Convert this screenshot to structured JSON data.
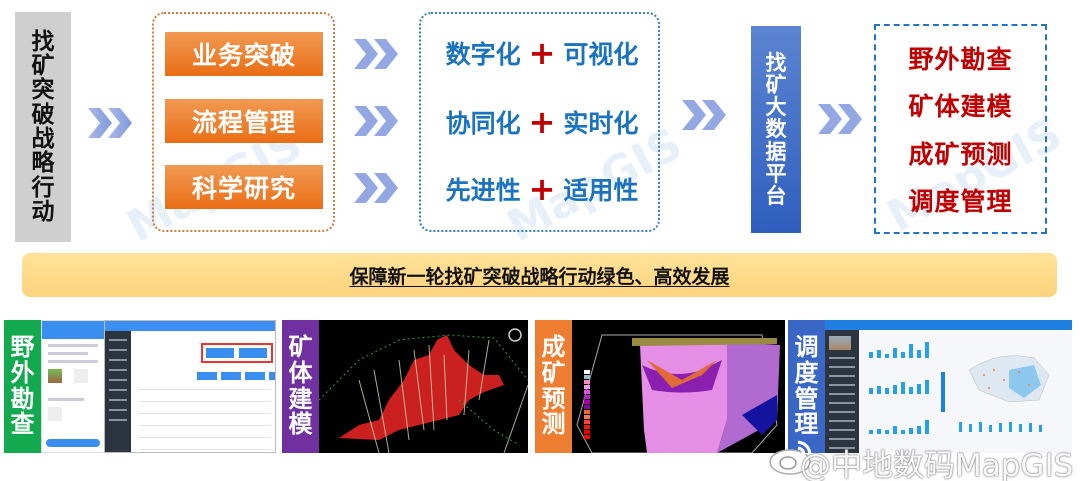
{
  "left_label": {
    "chars": [
      "找",
      "矿",
      "突",
      "破",
      "战",
      "略",
      "行",
      "动"
    ],
    "bg_color": "#cfcfcf"
  },
  "orange_group": {
    "items": [
      "业务突破",
      "流程管理",
      "科学研究"
    ],
    "color": "#ea6d16"
  },
  "blue_group": {
    "lines": [
      {
        "left": "数字化",
        "plus": "+",
        "right": "可视化"
      },
      {
        "left": "协同化",
        "plus": "+",
        "right": "实时化"
      },
      {
        "left": "先进性",
        "plus": "+",
        "right": "适用性"
      }
    ],
    "text_color": "#1b73c0",
    "plus_color": "#c00000"
  },
  "platform_label": {
    "chars": [
      "找",
      "矿",
      "大",
      "数",
      "据",
      "平",
      "台"
    ],
    "bg_color": "#3a66c6"
  },
  "applications": {
    "items": [
      "野外勘查",
      "矿体建模",
      "成矿预测",
      "调度管理"
    ],
    "color": "#c00000"
  },
  "banner": {
    "text": "保障新一轮找矿突破战略行动绿色、高效发展",
    "bg_color": "#fdd98a"
  },
  "panels": [
    {
      "label_chars": [
        "野",
        "外",
        "勘",
        "查"
      ],
      "label_color": "#12a94f",
      "thumb": "field-survey-app-screenshot"
    },
    {
      "label_chars": [
        "矿",
        "体",
        "建",
        "模"
      ],
      "label_color": "#7030a0",
      "thumb": "ore-body-3d-model"
    },
    {
      "label_chars": [
        "成",
        "矿",
        "预",
        "测"
      ],
      "label_color": "#ed7d31",
      "thumb": "mineralization-prediction-3d-block"
    },
    {
      "label_chars": [
        "调",
        "度",
        "管",
        "理"
      ],
      "label_color": "#3a66c6",
      "thumb": "dispatch-management-dashboard"
    }
  ],
  "watermarks": {
    "background": "MapGIS",
    "credit": "@中地数码MapGIS"
  }
}
